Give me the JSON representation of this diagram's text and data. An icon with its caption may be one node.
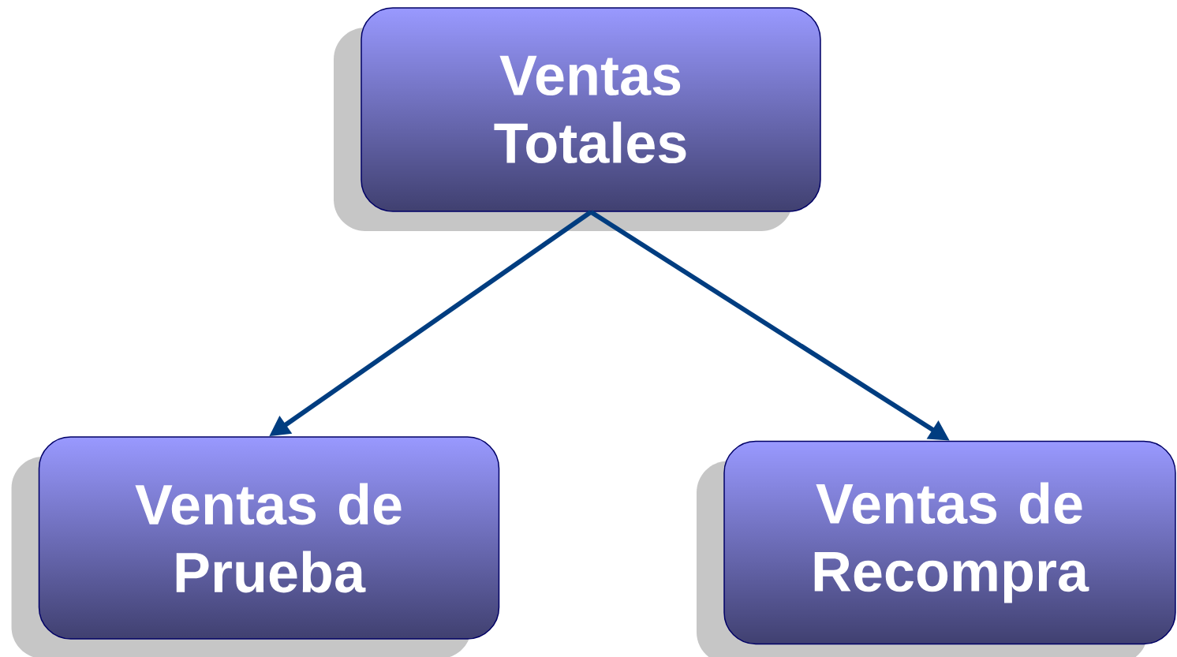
{
  "diagram": {
    "nodes": [
      {
        "text": [
          "Ventas Totales"
        ]
      },
      {
        "text": [
          "Ventas de Prueba"
        ]
      },
      {
        "text": [
          "Ventas de Recompra"
        ]
      }
    ],
    "edges": [
      {
        "from": 0,
        "to": 1,
        "arrow": "to"
      },
      {
        "from": 0,
        "to": 2,
        "arrow": "to"
      }
    ]
  }
}
